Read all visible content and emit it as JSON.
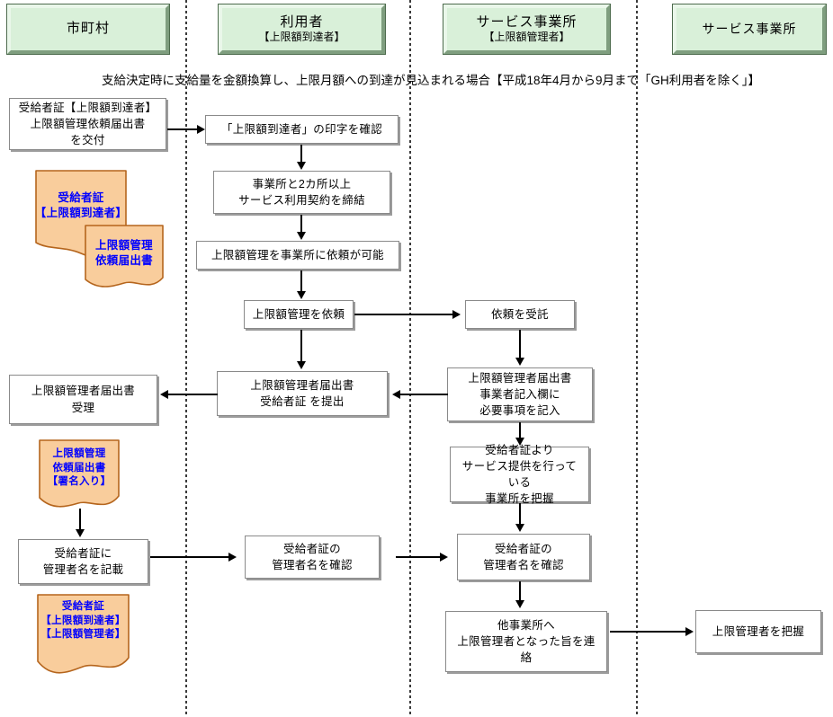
{
  "diagram": {
    "title_caption": "支給決定時に支給量を金額換算し、上限月額への到達が見込まれる場合【平成18年4月から9月まで「GH利用者を除く」】",
    "lanes": [
      {
        "name": "lane-municipality",
        "line1": "市町村",
        "line2": ""
      },
      {
        "name": "lane-user",
        "line1": "利用者",
        "line2": "【上限額到達者】"
      },
      {
        "name": "lane-provider-manager",
        "line1": "サービス事業所",
        "line2": "【上限額管理者】"
      },
      {
        "name": "lane-provider-other",
        "line1": "サービス事業所",
        "line2": ""
      }
    ],
    "colors": {
      "lane_header_fill": "#d9f0d9",
      "lane_header_bevel_light": "#eaf7ea",
      "lane_header_bevel_dark": "#7f9e7f",
      "document_fill": "#f9cd9c",
      "document_stroke": "#b5651d",
      "document_text": "#0000ff",
      "box_border": "#8a8a8a",
      "connector": "#000000",
      "background": "#ffffff"
    },
    "boxes": {
      "b1": {
        "lines": [
          "受給者証【上限額到達者】",
          "上限額管理依頼届出書",
          "を交付"
        ]
      },
      "b2": {
        "lines": [
          "「上限額到達者」の印字を確認"
        ]
      },
      "b3": {
        "lines": [
          "事業所と2カ所以上",
          "サービス利用契約を締結"
        ]
      },
      "b4": {
        "lines": [
          "上限額管理を事業所に依頼が可能"
        ]
      },
      "b5": {
        "lines": [
          "上限額管理を依頼"
        ]
      },
      "b6": {
        "lines": [
          "依頼を受託"
        ]
      },
      "b7": {
        "lines": [
          "上限額管理者届出書",
          "受給者証 を提出"
        ]
      },
      "b8": {
        "lines": [
          "上限額管理者届出書",
          "事業者記入欄に",
          "必要事項を記入"
        ]
      },
      "b9": {
        "lines": [
          "上限額管理者届出書",
          "受理"
        ]
      },
      "b10": {
        "lines": [
          "受給者証より",
          "サービス提供を行っている",
          "事業所を把握"
        ]
      },
      "b11": {
        "lines": [
          "受給者証に",
          "管理者名を記載"
        ]
      },
      "b12": {
        "lines": [
          "受給者証の",
          "管理者名を確認"
        ]
      },
      "b13": {
        "lines": [
          "受給者証の",
          "管理者名を確認"
        ]
      },
      "b14": {
        "lines": [
          "他事業所へ",
          "上限管理者となった旨を連絡"
        ]
      },
      "b15": {
        "lines": [
          "上限管理者を把握"
        ]
      }
    },
    "documents": {
      "d1": {
        "lines": [
          "受給者証",
          "【上限額到達者】"
        ]
      },
      "d2": {
        "lines": [
          "上限額管理",
          "依頼届出書"
        ]
      },
      "d3": {
        "lines": [
          "上限額管理",
          "依頼届出書",
          "【署名入り】"
        ]
      },
      "d4": {
        "lines": [
          "受給者証",
          "【上限額到達者】",
          "【上限額管理者】"
        ]
      }
    }
  }
}
